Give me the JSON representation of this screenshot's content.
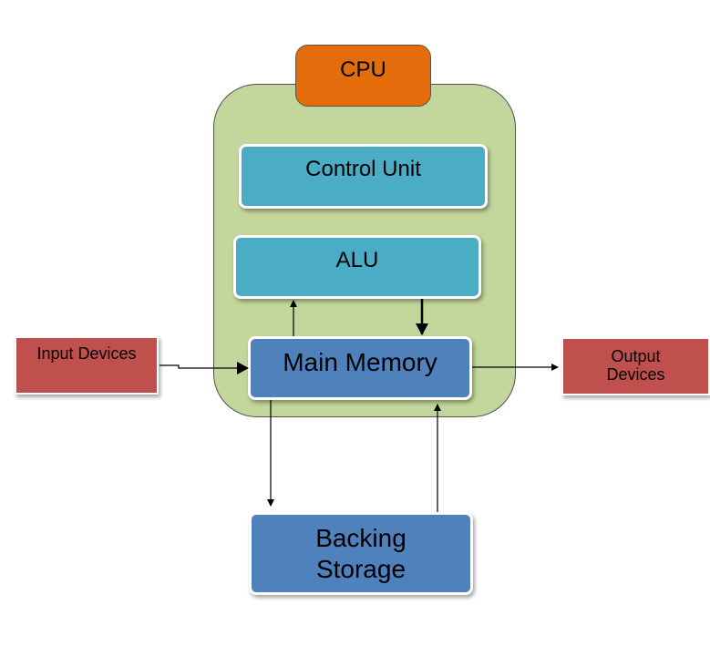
{
  "diagram": {
    "cpu": {
      "label": "CPU"
    },
    "control_unit": {
      "label": "Control Unit"
    },
    "alu": {
      "label": "ALU"
    },
    "main_memory": {
      "label": "Main Memory"
    },
    "backing_storage": {
      "label": "Backing\nStorage"
    },
    "input_devices": {
      "label": "Input Devices"
    },
    "output_devices": {
      "label": "Output\nDevices"
    }
  },
  "colors": {
    "cpu_container": "#c3d69b",
    "cpu_tab": "#e46c0a",
    "teal_box": "#4bacc6",
    "blue_box": "#4f81bd",
    "red_box": "#c0504d",
    "arrow": "#000000"
  },
  "edges": [
    {
      "from": "input_devices",
      "to": "main_memory"
    },
    {
      "from": "main_memory",
      "to": "output_devices"
    },
    {
      "from": "main_memory",
      "to": "alu"
    },
    {
      "from": "alu",
      "to": "main_memory"
    },
    {
      "from": "main_memory",
      "to": "backing_storage"
    },
    {
      "from": "backing_storage",
      "to": "main_memory"
    }
  ]
}
